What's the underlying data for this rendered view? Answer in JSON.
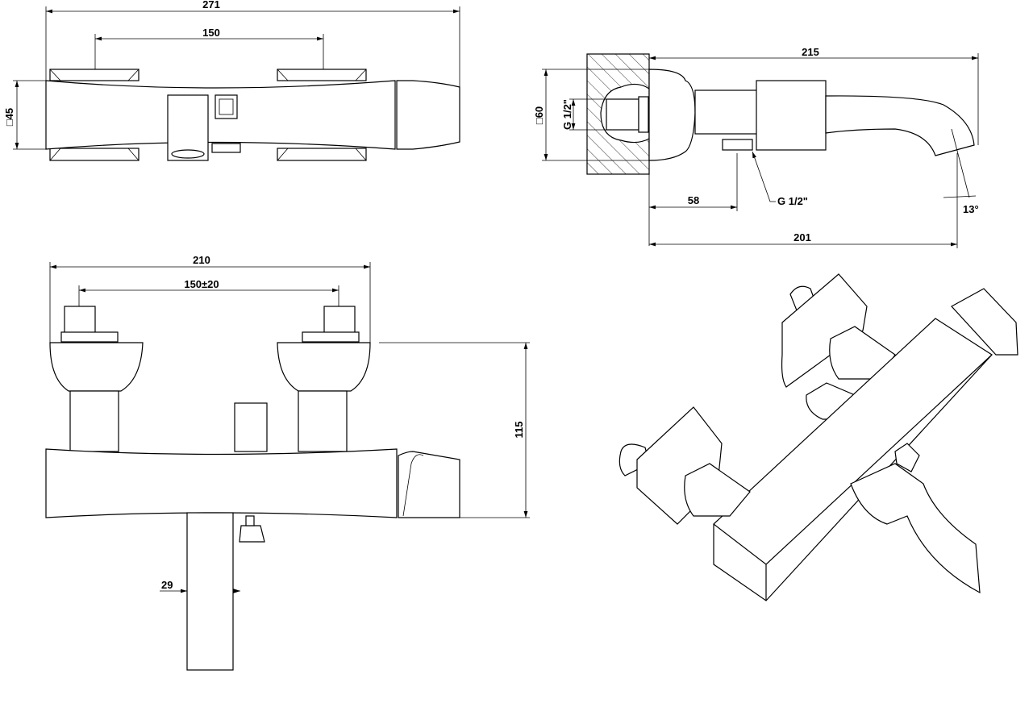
{
  "drawing": {
    "top_view": {
      "overall_width": "271",
      "handle_spacing": "150",
      "body_square": "45",
      "square_symbol": "□"
    },
    "side_view": {
      "overall_projection": "215",
      "wall_square": "60",
      "inlet_thread": "G 1/2\"",
      "outlet_thread": "G 1/2\"",
      "outlet_offset": "58",
      "spout_reach": "201",
      "spout_angle": "13°"
    },
    "front_view": {
      "overall_width": "210",
      "inlet_spacing": "150±20",
      "height": "115",
      "stem_width": "29"
    }
  },
  "colors": {
    "line": "#000000",
    "background": "#ffffff"
  }
}
